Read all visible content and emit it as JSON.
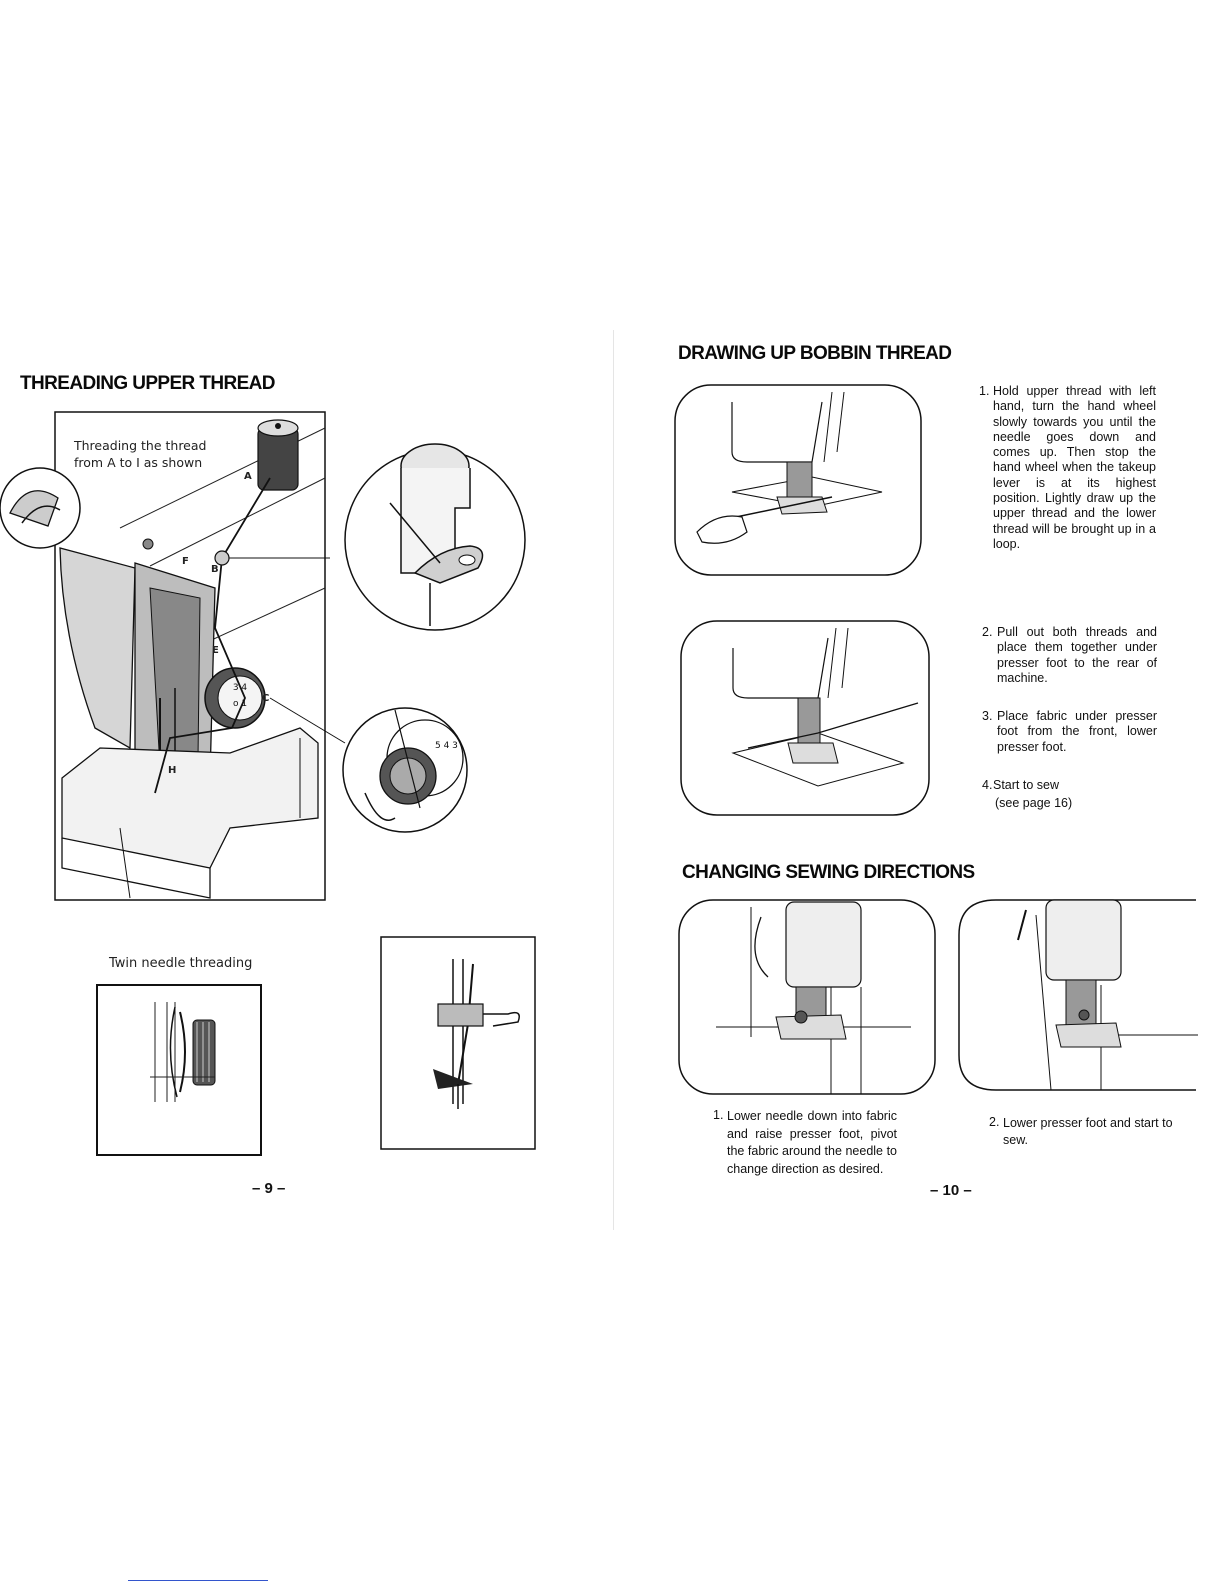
{
  "left_page": {
    "heading": "THREADING UPPER THREAD",
    "caption_line1": "Threading the thread",
    "caption_line2": "from A to I as shown",
    "point_labels": [
      "A",
      "B",
      "C",
      "E",
      "F",
      "H"
    ],
    "twin_caption": "Twin needle threading",
    "page_number": "– 9 –"
  },
  "right_page": {
    "heading_bobbin": "DRAWING UP BOBBIN THREAD",
    "step1_num": "1.",
    "step1_text": "Hold upper thread with left hand, turn the hand wheel slowly towards you until the needle goes down and comes up. Then stop the hand wheel when the takeup lever is at its highest position. Lightly draw up the upper thread and the lower thread will be brought up in a loop.",
    "step2_num": "2.",
    "step2_text": "Pull out both threads and place them together under presser foot to the rear of machine.",
    "step3_num": "3.",
    "step3_text": "Place fabric under presser foot from the front, lower presser foot.",
    "step4_num": "4.",
    "step4_text": "Start to sew",
    "step4_ref": "(see page 16)",
    "heading_directions": "CHANGING SEWING DIRECTIONS",
    "dir1_num": "1.",
    "dir1_text": "Lower needle down into fabric and raise presser foot, pivot the fabric around the needle to change direction as desired.",
    "dir2_num": "2.",
    "dir2_text": "Lower presser foot and start to sew.",
    "page_number": "– 10 –"
  },
  "colors": {
    "ink": "#111111",
    "paper": "#ffffff",
    "link_underline": "#3355cc"
  }
}
